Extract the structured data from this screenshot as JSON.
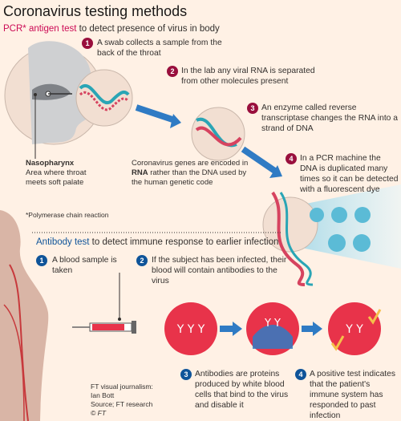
{
  "header": {
    "title": "Coronavirus testing methods",
    "pcr_accent": "PCR* antigen test",
    "pcr_rest": " to detect presence of virus in body"
  },
  "pcr_steps": [
    {
      "num": "1",
      "text": "A swab collects a sample from the back of the throat"
    },
    {
      "num": "2",
      "text": "In the lab any viral RNA is separated from other molecules present"
    },
    {
      "num": "3",
      "text": "An enzyme called reverse transcriptase changes the RNA into a strand of DNA"
    },
    {
      "num": "4",
      "text": "In a PCR machine the DNA is duplicated many times so it can be detected with a fluorescent dye"
    }
  ],
  "nasopharynx": {
    "heading": "Nasopharynx",
    "text": "Area where throat meets soft palate"
  },
  "genes_note": {
    "before": "Coronavirus genes are encoded in ",
    "bold": "RNA",
    "after": " rather than the DNA used by the human genetic code"
  },
  "footnote": "*Polymerase chain reaction",
  "antibody": {
    "accent": "Antibody test",
    "rest": " to detect immune response to earlier infection",
    "steps": [
      {
        "num": "1",
        "text": "A blood sample is taken"
      },
      {
        "num": "2",
        "text": "If the subject has been infected, their blood will contain antibodies to the virus"
      },
      {
        "num": "3",
        "text": "Antibodies are proteins produced by white blood cells that bind to the virus and disable it"
      },
      {
        "num": "4",
        "text": "A positive test indicates that the patient's immune system has responded to past infection"
      }
    ]
  },
  "credits": {
    "line1": "FT visual journalism:",
    "line2": "Ian Bott",
    "line3": "Source; FT research",
    "line4": "© FT"
  },
  "colors": {
    "background": "#fff1e5",
    "pcr_accent": "#cc0a55",
    "badge_red": "#990f3d",
    "badge_blue": "#0f5499",
    "arrow_blue": "#2f7bc4",
    "blood_red": "#e8334a",
    "skin": "#d9b5a6",
    "dna_pink": "#d6435f",
    "dna_teal": "#2aa5b5"
  }
}
